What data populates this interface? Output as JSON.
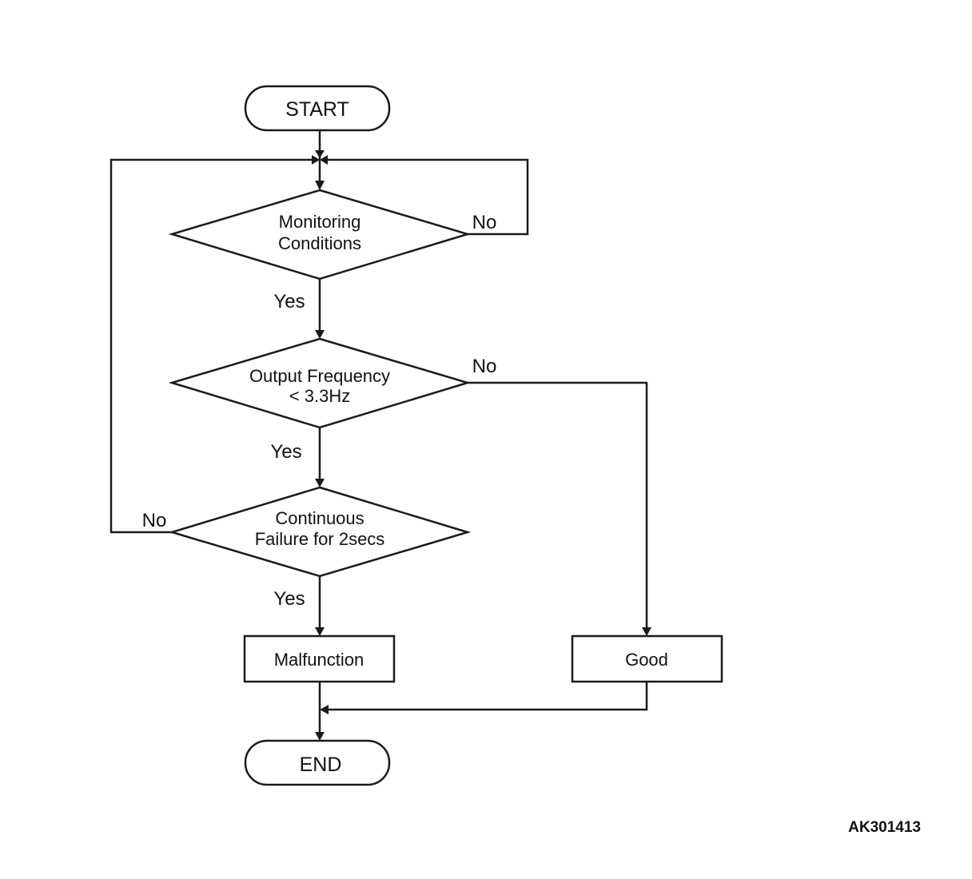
{
  "nodes": {
    "start": "START",
    "monitoring": [
      "Monitoring",
      "Conditions"
    ],
    "output_frequency": [
      "Output Frequency",
      "< 3.3Hz"
    ],
    "continuous_failure": [
      "Continuous",
      "Failure for 2secs"
    ],
    "malfunction": "Malfunction",
    "good": "Good",
    "end": "END"
  },
  "edges": {
    "monitoring_no": "No",
    "monitoring_yes": "Yes",
    "output_no": "No",
    "output_yes": "Yes",
    "continuous_no": "No",
    "continuous_yes": "Yes"
  },
  "figure_code": "AK301413"
}
